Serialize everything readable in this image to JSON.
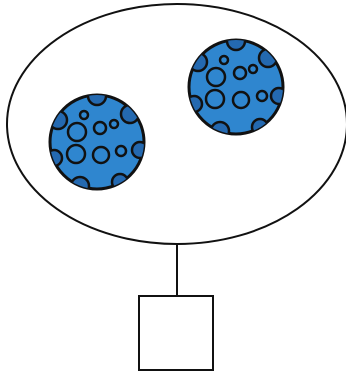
{
  "diagram": {
    "shapes": [
      {
        "kind": "ellipse",
        "name": "outer-ellipse"
      },
      {
        "kind": "circle",
        "name": "textured-ball",
        "count": 2
      },
      {
        "kind": "line",
        "name": "connector-line"
      },
      {
        "kind": "rect",
        "name": "empty-box"
      }
    ],
    "colors": {
      "outline": "#111111",
      "ball_fill": "#2f86cf",
      "ball_spot": "#2469b0",
      "background": "#ffffff"
    },
    "icons": [
      "sphere-texture-icon"
    ]
  }
}
